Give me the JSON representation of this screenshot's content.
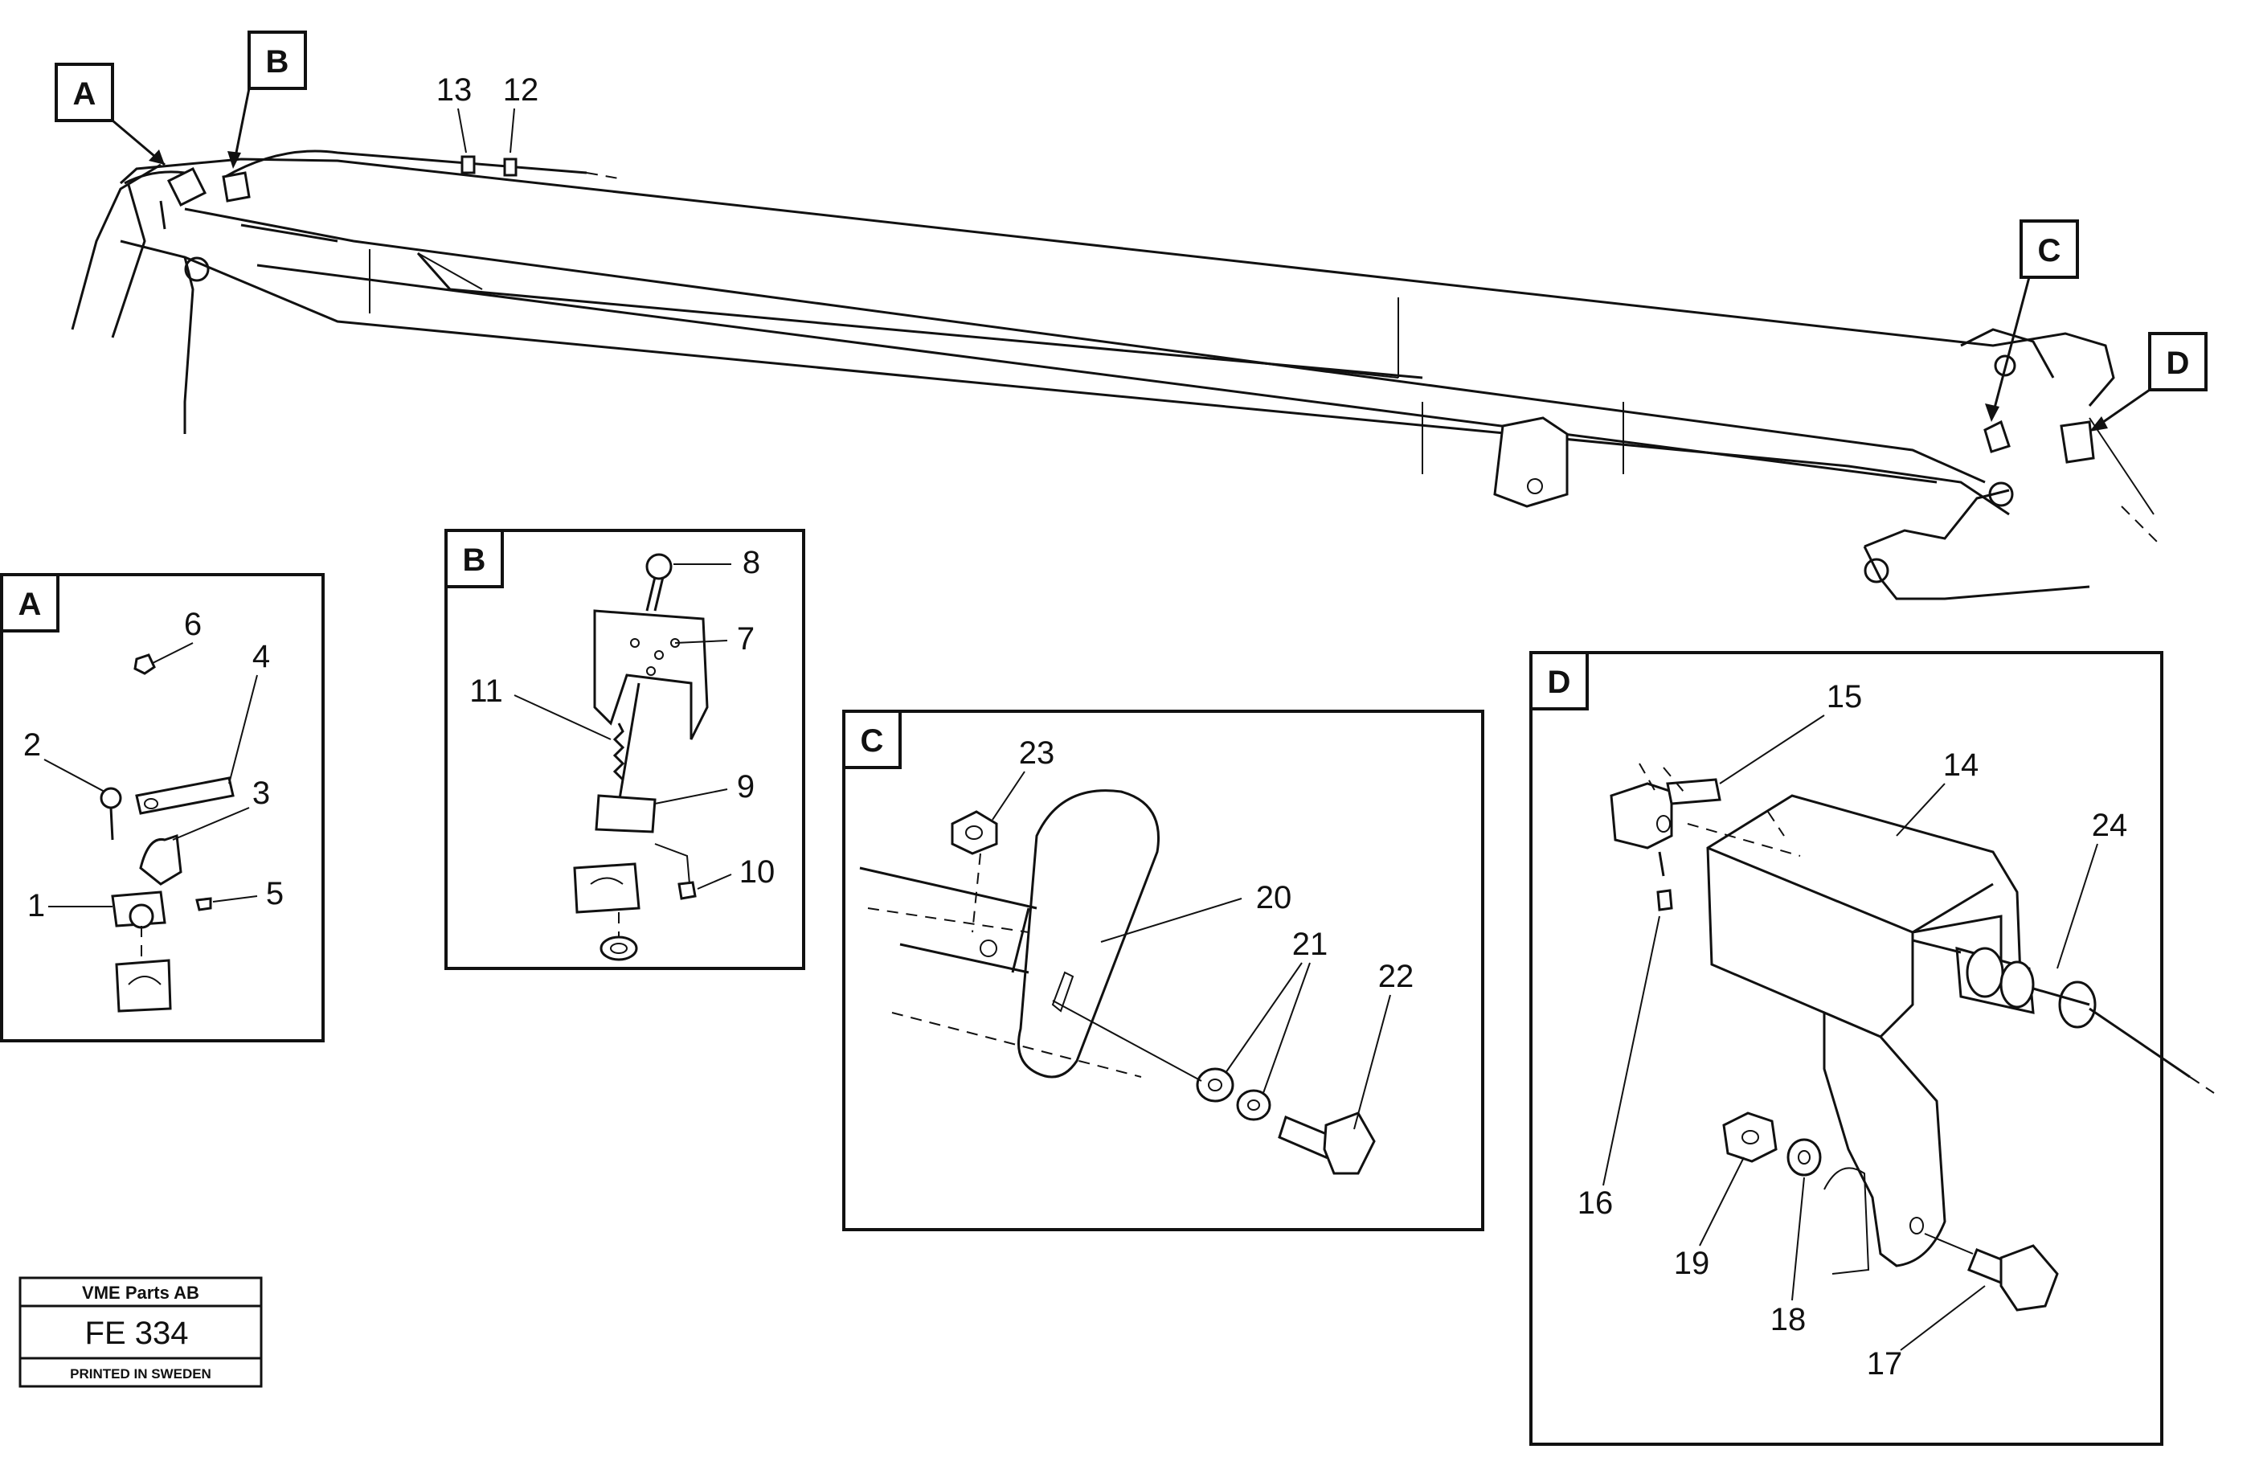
{
  "callouts": {
    "A": "A",
    "B": "B",
    "C": "C",
    "D": "D"
  },
  "parts": {
    "p1": "1",
    "p2": "2",
    "p3": "3",
    "p4": "4",
    "p5": "5",
    "p6": "6",
    "p7": "7",
    "p8": "8",
    "p9": "9",
    "p10": "10",
    "p11": "11",
    "p12": "12",
    "p13": "13",
    "p14": "14",
    "p15": "15",
    "p16": "16",
    "p17": "17",
    "p18": "18",
    "p19": "19",
    "p20": "20",
    "p21": "21",
    "p22": "22",
    "p23": "23",
    "p24": "24"
  },
  "title_block": {
    "company": "VME Parts AB",
    "code": "FE 334",
    "printed": "PRINTED IN SWEDEN"
  }
}
